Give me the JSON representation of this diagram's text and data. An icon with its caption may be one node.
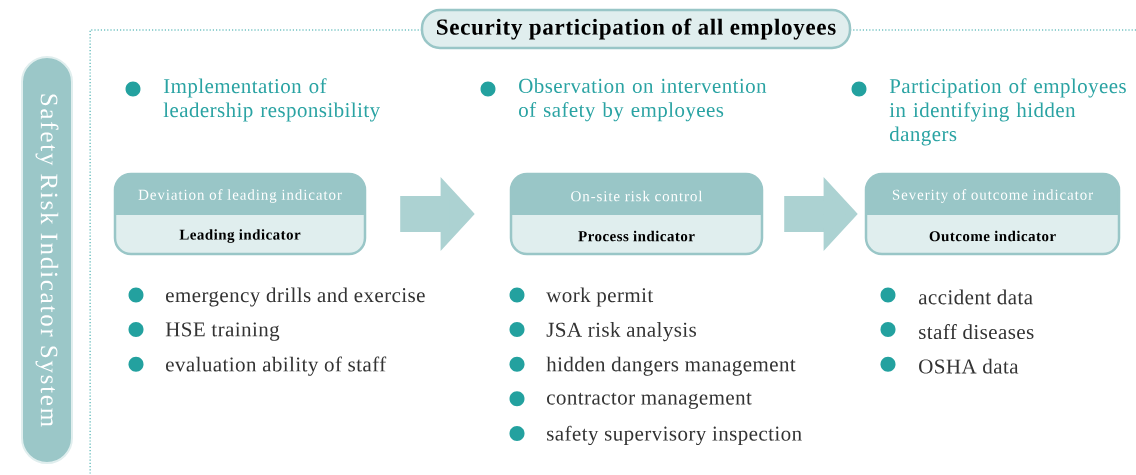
{
  "diagram": {
    "nodes": [
      {
        "text": [
          "Safety Risk Indicator System"
        ]
      },
      {
        "text": [
          "Security participation of all employees"
        ]
      },
      {
        "text": [
          "Deviation of leading indicator",
          "Leading indicator"
        ]
      },
      {
        "text": [
          "On-site risk control",
          "Process indicator"
        ]
      },
      {
        "text": [
          "Severity of outcome indicator",
          "Outcome indicator"
        ]
      }
    ],
    "edges": [
      {
        "from": 2,
        "to": 3,
        "arrow": "to"
      },
      {
        "from": 3,
        "to": 4,
        "arrow": "to"
      }
    ],
    "labels": [
      "Implementation of leadership responsibility",
      "Observation on intervention of safety by employees",
      "Participation of employees in identifying hidden dangers",
      "emergency drills and exercise",
      "HSE training",
      "evaluation ability of staff",
      "work permit",
      "JSA risk analysis",
      "hidden dangers management",
      "contractor management",
      "safety supervisory inspection",
      "accident data",
      "staff diseases",
      "OSHA data"
    ]
  }
}
